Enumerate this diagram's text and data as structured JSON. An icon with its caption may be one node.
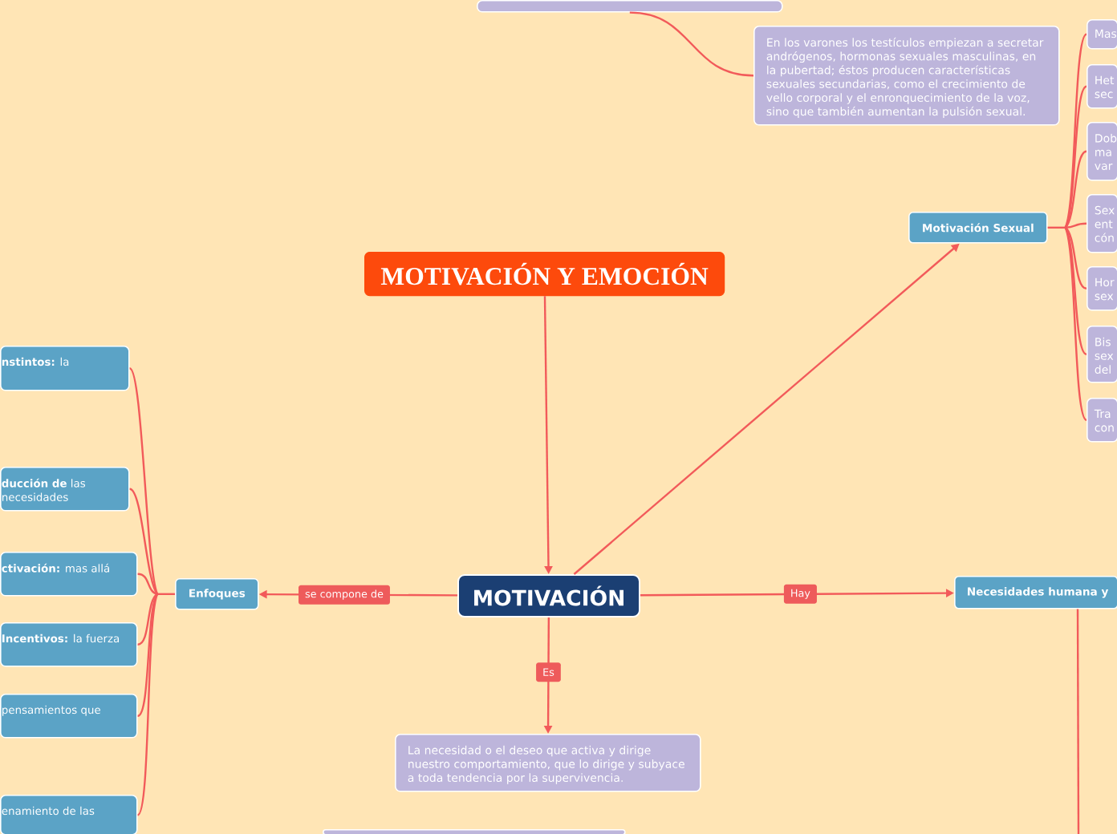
{
  "diagram": {
    "nodes": [
      {
        "text": [],
        "shape": "box"
      },
      {
        "text": [
          "En los varones los testículos empiezan a secretar andrógenos, hormonas sexuales masculinas, en la pubertad; éstos producen características sexuales secundarias, como el crecimiento de vello corporal y el enronquecimiento de la voz, sino que también aumentan la pulsión sexual."
        ]
      },
      {
        "text": [
          "Mas"
        ]
      },
      {
        "text": [
          "Het sec"
        ]
      },
      {
        "text": [
          "Dob ma var"
        ]
      },
      {
        "text": [
          "Sex ent cón"
        ]
      },
      {
        "text": [
          "Hor sex"
        ]
      },
      {
        "text": [
          "Bis sex del"
        ]
      },
      {
        "text": [
          "Tra con"
        ]
      },
      {
        "text": [
          "Motivación Sexual"
        ]
      },
      {
        "text": [
          "MOTIVACIÓN Y EMOCIÓN"
        ]
      },
      {
        "text": [
          "**nstintos:** la"
        ]
      },
      {
        "text": [
          "**ducción de** las necesidades"
        ]
      },
      {
        "text": [
          "**ctivación:** mas allá"
        ]
      },
      {
        "text": [
          "Enfoques"
        ]
      },
      {
        "text": [
          "MOTIVACIÓN"
        ]
      },
      {
        "text": [
          "Necesidades humana y"
        ]
      },
      {
        "text": [
          "**Incentivos:** la fuerza"
        ]
      },
      {
        "text": [
          "pensamientos que"
        ]
      },
      {
        "text": [
          "La necesidad o el deseo que activa y dirige nuestro comportamiento, que lo dirige y subyace a toda tendencia por la supervivencia."
        ]
      },
      {
        "text": [
          "enamiento de las"
        ]
      },
      {
        "text": [],
        "shape": "box"
      }
    ],
    "edges": [
      {
        "from": 10,
        "to": 15,
        "arrow": "to"
      },
      {
        "from": 15,
        "to": 9,
        "arrow": "to"
      },
      {
        "from": 15,
        "to": 14,
        "arrow": "to",
        "label": "se compone de"
      },
      {
        "from": 15,
        "to": 16,
        "arrow": "to",
        "label": "Hay"
      },
      {
        "from": 15,
        "to": 19,
        "arrow": "to",
        "label": "Es"
      },
      {
        "from": 14,
        "to": 11,
        "arrow": "none"
      },
      {
        "from": 14,
        "to": 12,
        "arrow": "none"
      },
      {
        "from": 14,
        "to": 13,
        "arrow": "none"
      },
      {
        "from": 14,
        "to": 17,
        "arrow": "none"
      },
      {
        "from": 14,
        "to": 18,
        "arrow": "none"
      },
      {
        "from": 14,
        "to": 20,
        "arrow": "none"
      },
      {
        "from": 9,
        "to": 2,
        "arrow": "none"
      },
      {
        "from": 9,
        "to": 3,
        "arrow": "none"
      },
      {
        "from": 9,
        "to": 4,
        "arrow": "none"
      },
      {
        "from": 9,
        "to": 5,
        "arrow": "none"
      },
      {
        "from": 9,
        "to": 6,
        "arrow": "none"
      },
      {
        "from": 9,
        "to": 7,
        "arrow": "none"
      },
      {
        "from": 9,
        "to": 8,
        "arrow": "none"
      },
      {
        "from": 0,
        "to": 1,
        "arrow": "none"
      },
      {
        "from": 16,
        "to": null,
        "arrow": "none"
      }
    ]
  }
}
